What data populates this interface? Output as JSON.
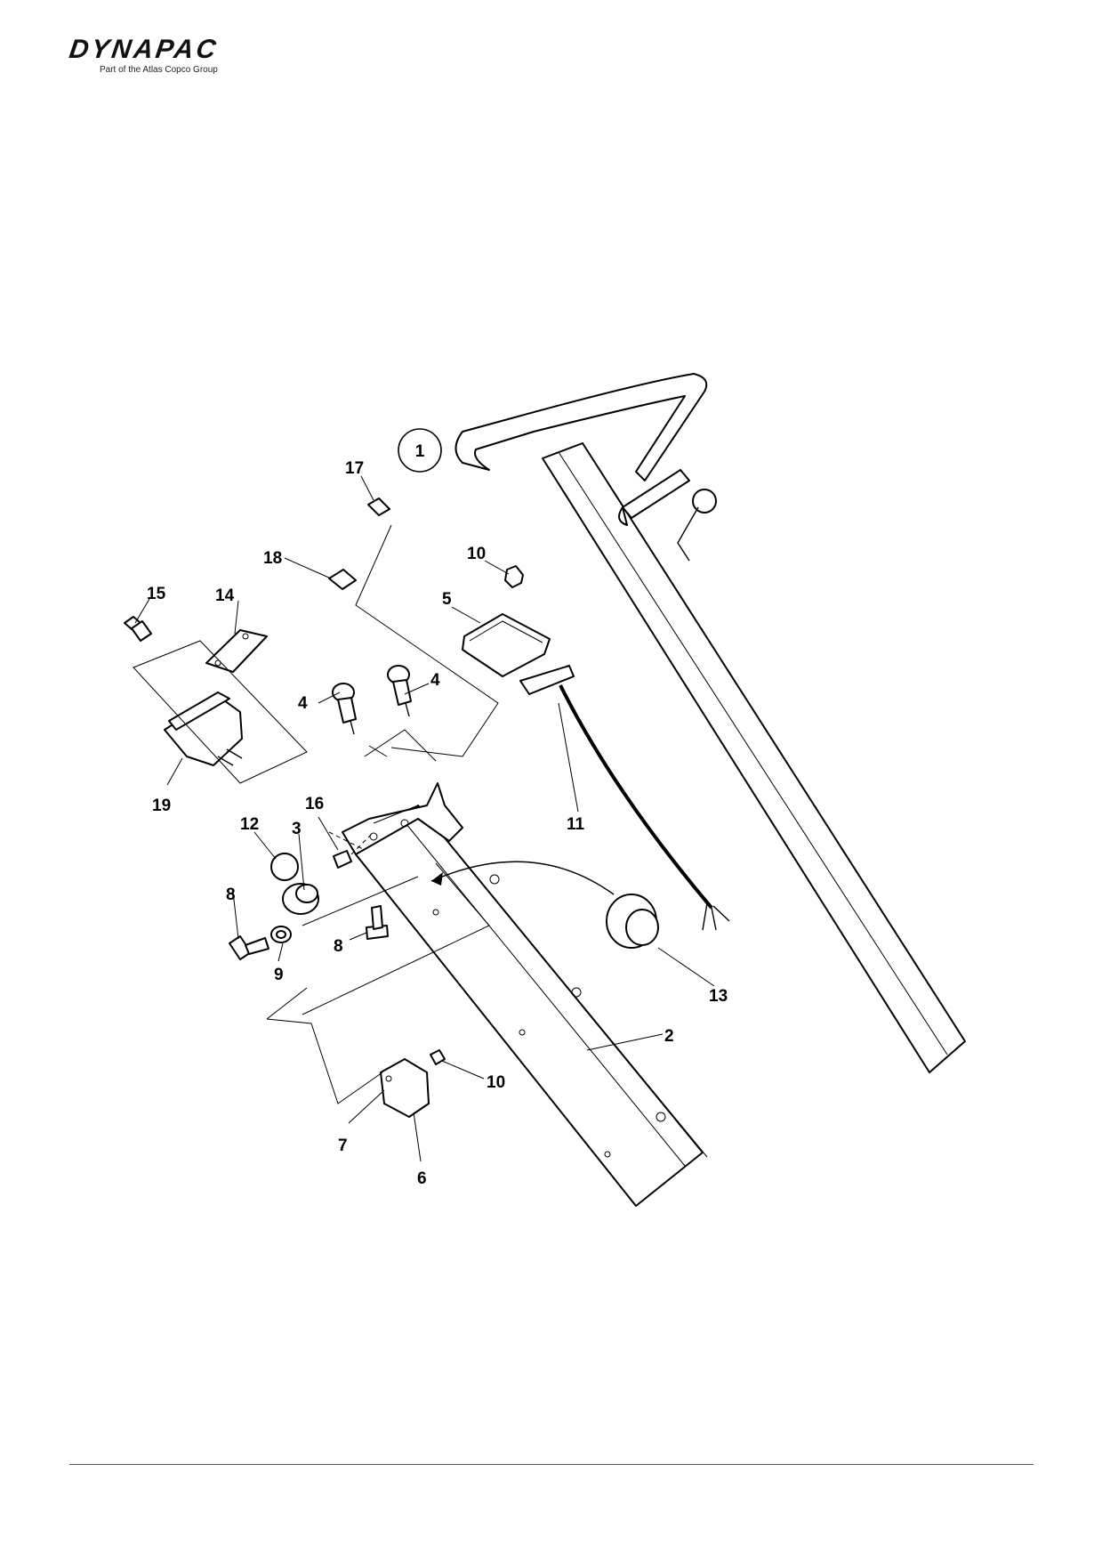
{
  "header": {
    "brand": "DYNAPAC",
    "tagline": "Part of the Atlas Copco Group",
    "colors": {
      "brand": "#111111"
    }
  },
  "diagram": {
    "assembly_number": "1",
    "callouts": [
      {
        "id": "17",
        "label": "17"
      },
      {
        "id": "18",
        "label": "18"
      },
      {
        "id": "15",
        "label": "15"
      },
      {
        "id": "14",
        "label": "14"
      },
      {
        "id": "10a",
        "label": "10"
      },
      {
        "id": "5",
        "label": "5"
      },
      {
        "id": "4a",
        "label": "4"
      },
      {
        "id": "4b",
        "label": "4"
      },
      {
        "id": "19",
        "label": "19"
      },
      {
        "id": "16",
        "label": "16"
      },
      {
        "id": "12",
        "label": "12"
      },
      {
        "id": "3",
        "label": "3"
      },
      {
        "id": "11",
        "label": "11"
      },
      {
        "id": "8a",
        "label": "8"
      },
      {
        "id": "8b",
        "label": "8"
      },
      {
        "id": "9",
        "label": "9"
      },
      {
        "id": "13",
        "label": "13"
      },
      {
        "id": "2",
        "label": "2"
      },
      {
        "id": "10b",
        "label": "10"
      },
      {
        "id": "7",
        "label": "7"
      },
      {
        "id": "6",
        "label": "6"
      }
    ]
  }
}
